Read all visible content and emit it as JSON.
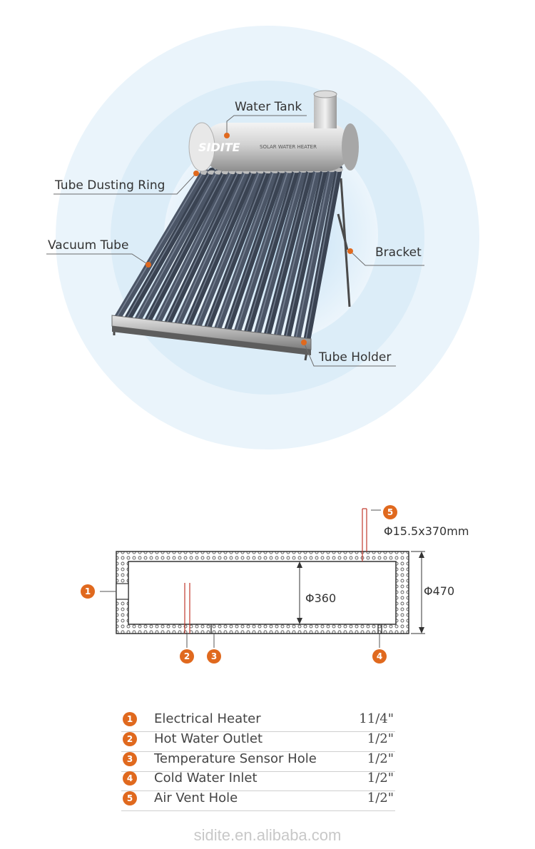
{
  "colors": {
    "accent": "#e0691e",
    "glow_outer": "#eaf4fb",
    "glow_inner": "#cfe6f5"
  },
  "product": {
    "brand": "SIDITE",
    "tank_text": "SOLAR WATER HEATER"
  },
  "callouts": [
    {
      "key": "water-tank",
      "label": "Water Tank"
    },
    {
      "key": "tube-dusting-ring",
      "label": "Tube Dusting Ring"
    },
    {
      "key": "vacuum-tube",
      "label": "Vacuum Tube"
    },
    {
      "key": "bracket",
      "label": "Bracket"
    },
    {
      "key": "tube-holder",
      "label": "Tube Holder"
    }
  ],
  "diagram": {
    "vent_spec": "Φ15.5x370mm",
    "inner_diameter": "Φ360",
    "outer_diameter": "Φ470",
    "markers": [
      "1",
      "2",
      "3",
      "4",
      "5"
    ]
  },
  "legend": [
    {
      "num": "1",
      "name": "Electrical Heater",
      "size": "11/4\""
    },
    {
      "num": "2",
      "name": "Hot Water Outlet",
      "size": "1/2\""
    },
    {
      "num": "3",
      "name": "Temperature Sensor Hole",
      "size": "1/2\""
    },
    {
      "num": "4",
      "name": "Cold Water Inlet",
      "size": "1/2\""
    },
    {
      "num": "5",
      "name": "Air Vent Hole",
      "size": "1/2\""
    }
  ],
  "footer": {
    "url": "sidite.en.alibaba.com"
  }
}
